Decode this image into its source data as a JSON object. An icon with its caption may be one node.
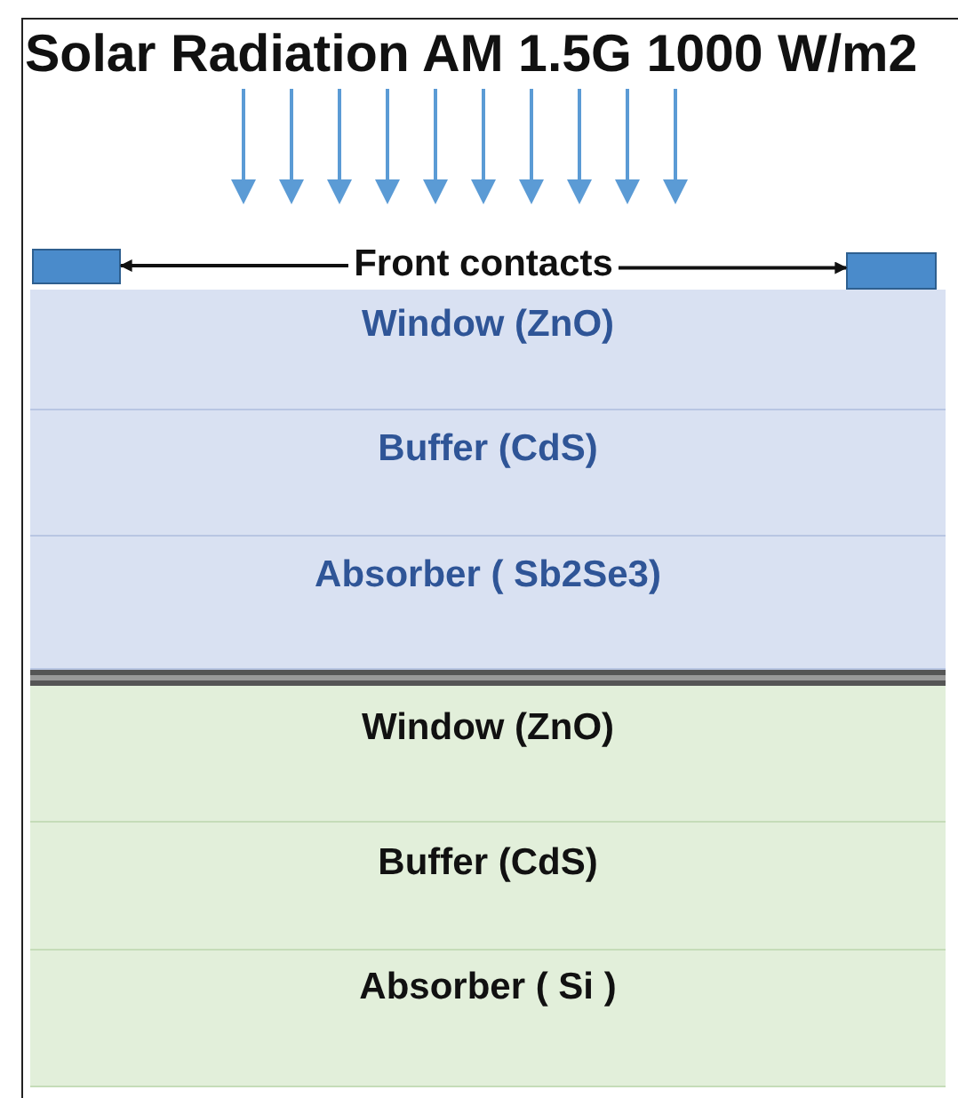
{
  "diagram": {
    "title": "Solar Radiation AM 1.5G 1000 W/m2",
    "nodes": [
      {
        "text": [],
        "shape": "box"
      },
      {
        "text": [
          "Front contacts"
        ]
      },
      {
        "text": [],
        "shape": "box"
      },
      {
        "text": [
          "Window (ZnO)"
        ]
      },
      {
        "text": [
          "Buffer (CdS)"
        ]
      },
      {
        "text": [
          "Absorber ( Sb2Se3)"
        ]
      },
      {
        "text": [
          "Window (ZnO)"
        ]
      },
      {
        "text": [
          "Buffer (CdS)"
        ]
      },
      {
        "text": [
          "Absorber ( Si )"
        ]
      }
    ],
    "edges": [
      {
        "from": 1,
        "to": 0,
        "arrow": "to"
      },
      {
        "from": 1,
        "to": 2,
        "arrow": "to"
      }
    ]
  }
}
